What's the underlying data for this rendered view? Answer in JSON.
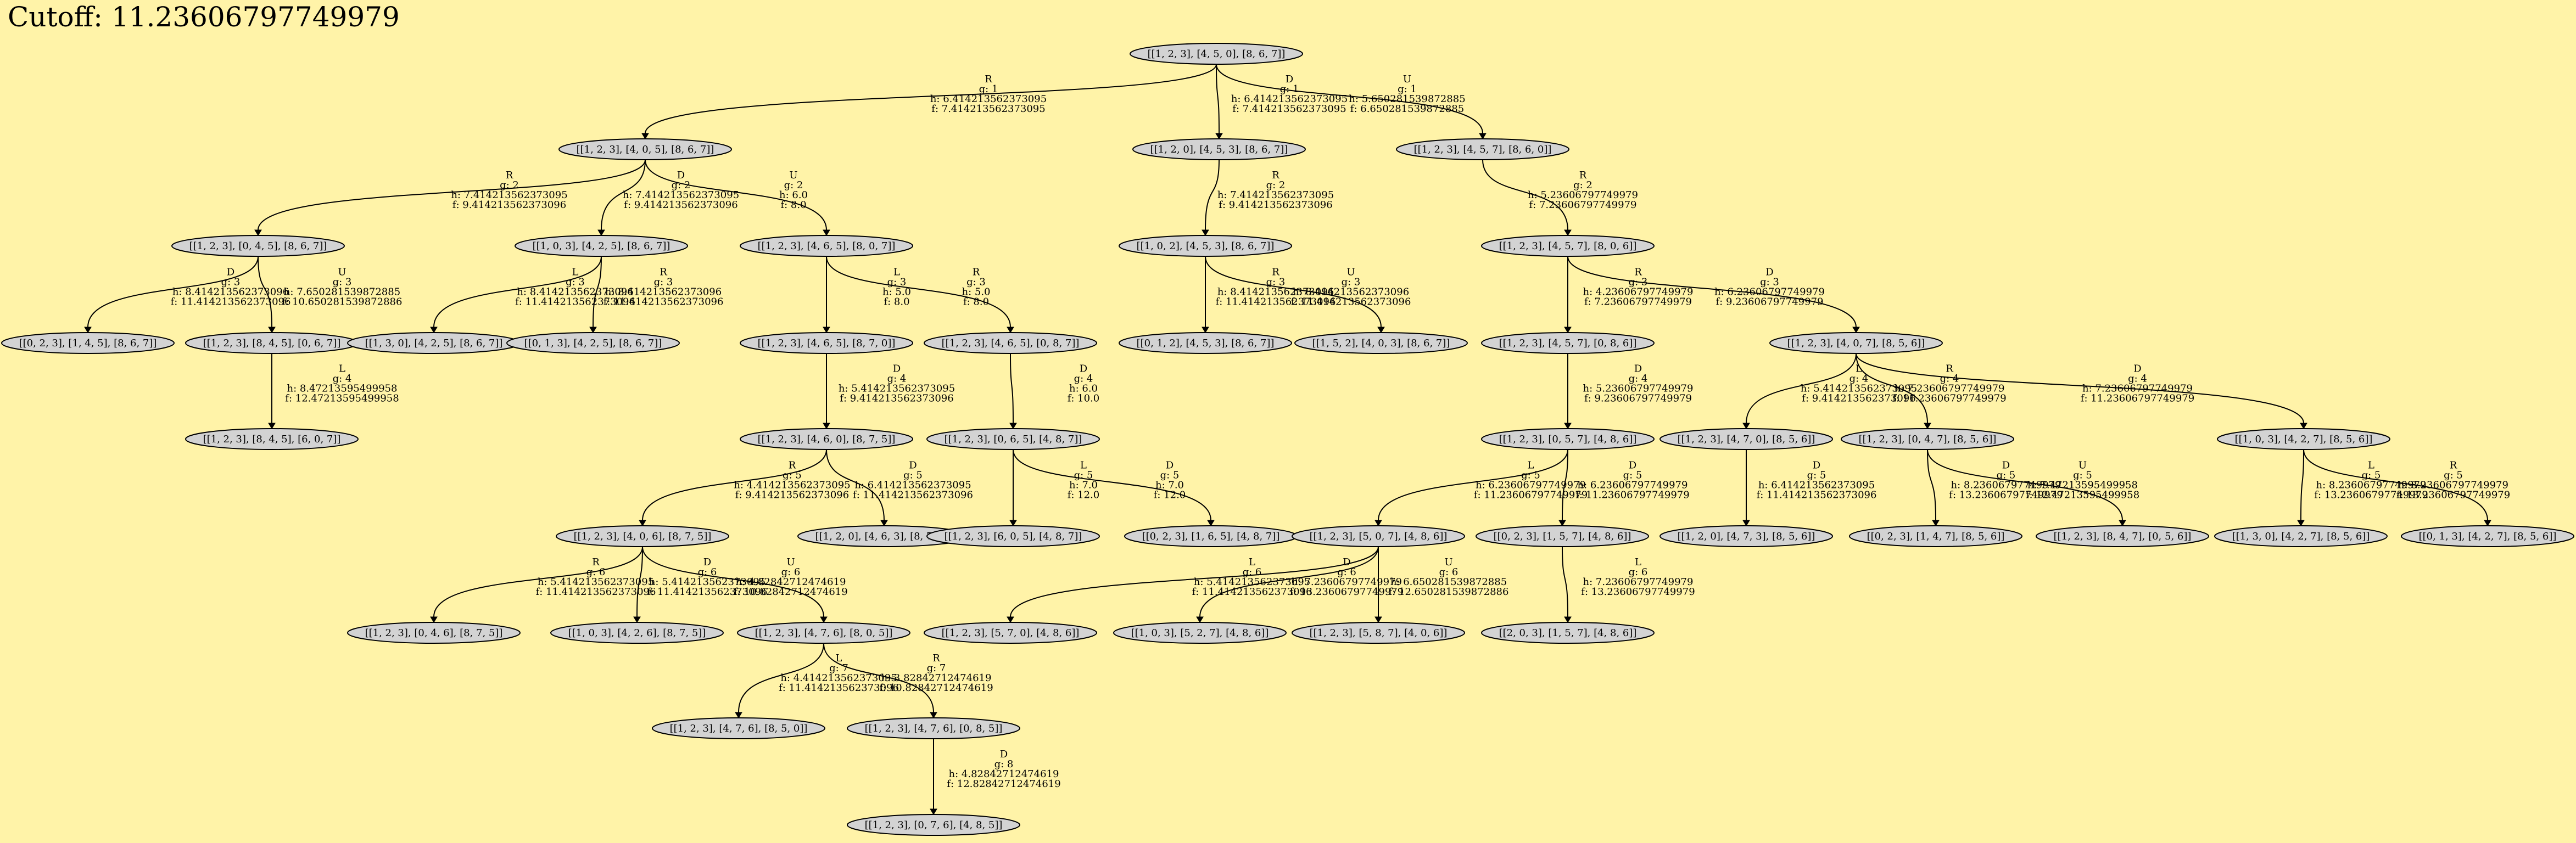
{
  "title": "Cutoff: 11.23606797749979",
  "nodes": [
    {
      "id": "n0",
      "label": "[[1, 2, 3], [4, 5, 0], [8, 6, 7]]"
    },
    {
      "id": "n1",
      "label": "[[1, 2, 3], [4, 0, 5], [8, 6, 7]]"
    },
    {
      "id": "n2",
      "label": "[[1, 2, 0], [4, 5, 3], [8, 6, 7]]"
    },
    {
      "id": "n3",
      "label": "[[1, 2, 3], [4, 5, 7], [8, 6, 0]]"
    },
    {
      "id": "n4",
      "label": "[[1, 2, 3], [0, 4, 5], [8, 6, 7]]"
    },
    {
      "id": "n5",
      "label": "[[1, 0, 3], [4, 2, 5], [8, 6, 7]]"
    },
    {
      "id": "n6",
      "label": "[[1, 2, 3], [4, 6, 5], [8, 0, 7]]"
    },
    {
      "id": "n7",
      "label": "[[1, 0, 2], [4, 5, 3], [8, 6, 7]]"
    },
    {
      "id": "n8",
      "label": "[[1, 2, 3], [4, 5, 7], [8, 0, 6]]"
    },
    {
      "id": "n9",
      "label": "[[0, 2, 3], [1, 4, 5], [8, 6, 7]]"
    },
    {
      "id": "n10",
      "label": "[[1, 2, 3], [8, 4, 5], [0, 6, 7]]"
    },
    {
      "id": "n11",
      "label": "[[1, 3, 0], [4, 2, 5], [8, 6, 7]]"
    },
    {
      "id": "n12",
      "label": "[[0, 1, 3], [4, 2, 5], [8, 6, 7]]"
    },
    {
      "id": "n13",
      "label": "[[1, 2, 3], [4, 6, 5], [8, 7, 0]]"
    },
    {
      "id": "n14",
      "label": "[[1, 2, 3], [4, 6, 5], [0, 8, 7]]"
    },
    {
      "id": "n15",
      "label": "[[0, 1, 2], [4, 5, 3], [8, 6, 7]]"
    },
    {
      "id": "n16",
      "label": "[[1, 5, 2], [4, 0, 3], [8, 6, 7]]"
    },
    {
      "id": "n17",
      "label": "[[1, 2, 3], [4, 5, 7], [0, 8, 6]]"
    },
    {
      "id": "n18",
      "label": "[[1, 2, 3], [4, 0, 7], [8, 5, 6]]"
    },
    {
      "id": "n19",
      "label": "[[1, 2, 3], [8, 4, 5], [6, 0, 7]]"
    },
    {
      "id": "n20",
      "label": "[[1, 2, 3], [4, 6, 0], [8, 7, 5]]"
    },
    {
      "id": "n21",
      "label": "[[1, 2, 3], [0, 6, 5], [4, 8, 7]]"
    },
    {
      "id": "n22",
      "label": "[[1, 2, 3], [0, 5, 7], [4, 8, 6]]"
    },
    {
      "id": "n23",
      "label": "[[1, 2, 3], [4, 7, 0], [8, 5, 6]]"
    },
    {
      "id": "n24",
      "label": "[[1, 2, 3], [0, 4, 7], [8, 5, 6]]"
    },
    {
      "id": "n25",
      "label": "[[1, 0, 3], [4, 2, 7], [8, 5, 6]]"
    },
    {
      "id": "n26",
      "label": "[[1, 2, 3], [4, 0, 6], [8, 7, 5]]"
    },
    {
      "id": "n27",
      "label": "[[1, 2, 0], [4, 6, 3], [8, 7, 5]]"
    },
    {
      "id": "n28",
      "label": "[[1, 2, 3], [6, 0, 5], [4, 8, 7]]"
    },
    {
      "id": "n29",
      "label": "[[0, 2, 3], [1, 6, 5], [4, 8, 7]]"
    },
    {
      "id": "n30",
      "label": "[[1, 2, 3], [5, 0, 7], [4, 8, 6]]"
    },
    {
      "id": "n31",
      "label": "[[0, 2, 3], [1, 5, 7], [4, 8, 6]]"
    },
    {
      "id": "n32",
      "label": "[[1, 2, 0], [4, 7, 3], [8, 5, 6]]"
    },
    {
      "id": "n33",
      "label": "[[0, 2, 3], [1, 4, 7], [8, 5, 6]]"
    },
    {
      "id": "n34",
      "label": "[[1, 2, 3], [8, 4, 7], [0, 5, 6]]"
    },
    {
      "id": "n35",
      "label": "[[1, 3, 0], [4, 2, 7], [8, 5, 6]]"
    },
    {
      "id": "n36",
      "label": "[[0, 1, 3], [4, 2, 7], [8, 5, 6]]"
    },
    {
      "id": "n37",
      "label": "[[1, 2, 3], [0, 4, 6], [8, 7, 5]]"
    },
    {
      "id": "n38",
      "label": "[[1, 0, 3], [4, 2, 6], [8, 7, 5]]"
    },
    {
      "id": "n39",
      "label": "[[1, 2, 3], [4, 7, 6], [8, 0, 5]]"
    },
    {
      "id": "n40",
      "label": "[[1, 2, 3], [5, 7, 0], [4, 8, 6]]"
    },
    {
      "id": "n41",
      "label": "[[1, 0, 3], [5, 2, 7], [4, 8, 6]]"
    },
    {
      "id": "n42",
      "label": "[[1, 2, 3], [5, 8, 7], [4, 0, 6]]"
    },
    {
      "id": "n43",
      "label": "[[2, 0, 3], [1, 5, 7], [4, 8, 6]]"
    },
    {
      "id": "n44",
      "label": "[[1, 2, 3], [4, 7, 6], [8, 5, 0]]"
    },
    {
      "id": "n45",
      "label": "[[1, 2, 3], [4, 7, 6], [0, 8, 5]]"
    },
    {
      "id": "n46",
      "label": "[[1, 2, 3], [0, 7, 6], [4, 8, 5]]"
    }
  ],
  "edges": [
    {
      "from": "n0",
      "to": "n1",
      "label": [
        "R",
        "g: 1",
        "h: 6.414213562373095",
        "f: 7.414213562373095"
      ]
    },
    {
      "from": "n0",
      "to": "n2",
      "label": [
        "D",
        "g: 1",
        "h: 6.414213562373095",
        "f: 7.414213562373095"
      ]
    },
    {
      "from": "n0",
      "to": "n3",
      "label": [
        "U",
        "g: 1",
        "h: 5.650281539872885",
        "f: 6.650281539872885"
      ]
    },
    {
      "from": "n1",
      "to": "n4",
      "label": [
        "R",
        "g: 2",
        "h: 7.414213562373095",
        "f: 9.414213562373096"
      ]
    },
    {
      "from": "n1",
      "to": "n5",
      "label": [
        "D",
        "g: 2",
        "h: 7.414213562373095",
        "f: 9.414213562373096"
      ]
    },
    {
      "from": "n1",
      "to": "n6",
      "label": [
        "U",
        "g: 2",
        "h: 6.0",
        "f: 8.0"
      ]
    },
    {
      "from": "n2",
      "to": "n7",
      "label": [
        "R",
        "g: 2",
        "h: 7.414213562373095",
        "f: 9.414213562373096"
      ]
    },
    {
      "from": "n3",
      "to": "n8",
      "label": [
        "R",
        "g: 2",
        "h: 5.23606797749979",
        "f: 7.23606797749979"
      ]
    },
    {
      "from": "n4",
      "to": "n9",
      "label": [
        "D",
        "g: 3",
        "h: 8.414213562373096",
        "f: 11.414213562373096"
      ]
    },
    {
      "from": "n4",
      "to": "n10",
      "label": [
        "U",
        "g: 3",
        "h: 7.650281539872885",
        "f: 10.650281539872886"
      ]
    },
    {
      "from": "n5",
      "to": "n11",
      "label": [
        "L",
        "g: 3",
        "h: 8.414213562373096",
        "f: 11.414213562373096"
      ]
    },
    {
      "from": "n5",
      "to": "n12",
      "label": [
        "R",
        "g: 3",
        "h: 8.414213562373096",
        "f: 11.414213562373096"
      ]
    },
    {
      "from": "n6",
      "to": "n13",
      "label": [
        "L",
        "g: 3",
        "h: 5.0",
        "f: 8.0"
      ]
    },
    {
      "from": "n6",
      "to": "n14",
      "label": [
        "R",
        "g: 3",
        "h: 5.0",
        "f: 8.0"
      ]
    },
    {
      "from": "n7",
      "to": "n15",
      "label": [
        "R",
        "g: 3",
        "h: 8.414213562373096",
        "f: 11.414213562373096"
      ]
    },
    {
      "from": "n7",
      "to": "n16",
      "label": [
        "U",
        "g: 3",
        "h: 8.414213562373096",
        "f: 11.414213562373096"
      ]
    },
    {
      "from": "n8",
      "to": "n17",
      "label": [
        "R",
        "g: 3",
        "h: 4.23606797749979",
        "f: 7.23606797749979"
      ]
    },
    {
      "from": "n8",
      "to": "n18",
      "label": [
        "D",
        "g: 3",
        "h: 6.23606797749979",
        "f: 9.23606797749979"
      ]
    },
    {
      "from": "n10",
      "to": "n19",
      "label": [
        "L",
        "g: 4",
        "h: 8.47213595499958",
        "f: 12.47213595499958"
      ]
    },
    {
      "from": "n13",
      "to": "n20",
      "label": [
        "D",
        "g: 4",
        "h: 5.414213562373095",
        "f: 9.414213562373096"
      ]
    },
    {
      "from": "n14",
      "to": "n21",
      "label": [
        "D",
        "g: 4",
        "h: 6.0",
        "f: 10.0"
      ]
    },
    {
      "from": "n17",
      "to": "n22",
      "label": [
        "D",
        "g: 4",
        "h: 5.23606797749979",
        "f: 9.23606797749979"
      ]
    },
    {
      "from": "n18",
      "to": "n23",
      "label": [
        "L",
        "g: 4",
        "h: 5.414213562373095",
        "f: 9.414213562373096"
      ]
    },
    {
      "from": "n18",
      "to": "n24",
      "label": [
        "R",
        "g: 4",
        "h: 7.23606797749979",
        "f: 11.23606797749979"
      ]
    },
    {
      "from": "n18",
      "to": "n25",
      "label": [
        "D",
        "g: 4",
        "h: 7.23606797749979",
        "f: 11.23606797749979"
      ]
    },
    {
      "from": "n20",
      "to": "n26",
      "label": [
        "R",
        "g: 5",
        "h: 4.414213562373095",
        "f: 9.414213562373096"
      ]
    },
    {
      "from": "n20",
      "to": "n27",
      "label": [
        "D",
        "g: 5",
        "h: 6.414213562373095",
        "f: 11.414213562373096"
      ]
    },
    {
      "from": "n21",
      "to": "n28",
      "label": [
        "L",
        "g: 5",
        "h: 7.0",
        "f: 12.0"
      ]
    },
    {
      "from": "n21",
      "to": "n29",
      "label": [
        "D",
        "g: 5",
        "h: 7.0",
        "f: 12.0"
      ]
    },
    {
      "from": "n22",
      "to": "n30",
      "label": [
        "L",
        "g: 5",
        "h: 6.23606797749979",
        "f: 11.23606797749979"
      ]
    },
    {
      "from": "n22",
      "to": "n31",
      "label": [
        "D",
        "g: 5",
        "h: 6.23606797749979",
        "f: 11.23606797749979"
      ]
    },
    {
      "from": "n23",
      "to": "n32",
      "label": [
        "D",
        "g: 5",
        "h: 6.414213562373095",
        "f: 11.414213562373096"
      ]
    },
    {
      "from": "n24",
      "to": "n33",
      "label": [
        "D",
        "g: 5",
        "h: 8.23606797749979",
        "f: 13.23606797749979"
      ]
    },
    {
      "from": "n24",
      "to": "n34",
      "label": [
        "U",
        "g: 5",
        "h: 7.47213595499958",
        "f: 12.47213595499958"
      ]
    },
    {
      "from": "n25",
      "to": "n35",
      "label": [
        "L",
        "g: 5",
        "h: 8.23606797749979",
        "f: 13.23606797749979"
      ]
    },
    {
      "from": "n25",
      "to": "n36",
      "label": [
        "R",
        "g: 5",
        "h: 8.23606797749979",
        "f: 13.23606797749979"
      ]
    },
    {
      "from": "n26",
      "to": "n37",
      "label": [
        "R",
        "g: 6",
        "h: 5.414213562373095",
        "f: 11.414213562373096"
      ]
    },
    {
      "from": "n26",
      "to": "n38",
      "label": [
        "D",
        "g: 6",
        "h: 5.414213562373095",
        "f: 11.414213562373096"
      ]
    },
    {
      "from": "n26",
      "to": "n39",
      "label": [
        "U",
        "g: 6",
        "h: 4.82842712474619",
        "f: 10.82842712474619"
      ]
    },
    {
      "from": "n30",
      "to": "n40",
      "label": [
        "L",
        "g: 6",
        "h: 5.414213562373095",
        "f: 11.414213562373096"
      ]
    },
    {
      "from": "n30",
      "to": "n41",
      "label": [
        "D",
        "g: 6",
        "h: 7.23606797749979",
        "f: 13.23606797749979"
      ]
    },
    {
      "from": "n30",
      "to": "n42",
      "label": [
        "U",
        "g: 6",
        "h: 6.650281539872885",
        "f: 12.650281539872886"
      ]
    },
    {
      "from": "n31",
      "to": "n43",
      "label": [
        "L",
        "g: 6",
        "h: 7.23606797749979",
        "f: 13.23606797749979"
      ]
    },
    {
      "from": "n39",
      "to": "n44",
      "label": [
        "L",
        "g: 7",
        "h: 4.414213562373095",
        "f: 11.414213562373096"
      ]
    },
    {
      "from": "n39",
      "to": "n45",
      "label": [
        "R",
        "g: 7",
        "h: 3.82842712474619",
        "f: 10.82842712474619"
      ]
    },
    {
      "from": "n45",
      "to": "n46",
      "label": [
        "D",
        "g: 8",
        "h: 4.82842712474619",
        "f: 12.82842712474619"
      ]
    }
  ]
}
